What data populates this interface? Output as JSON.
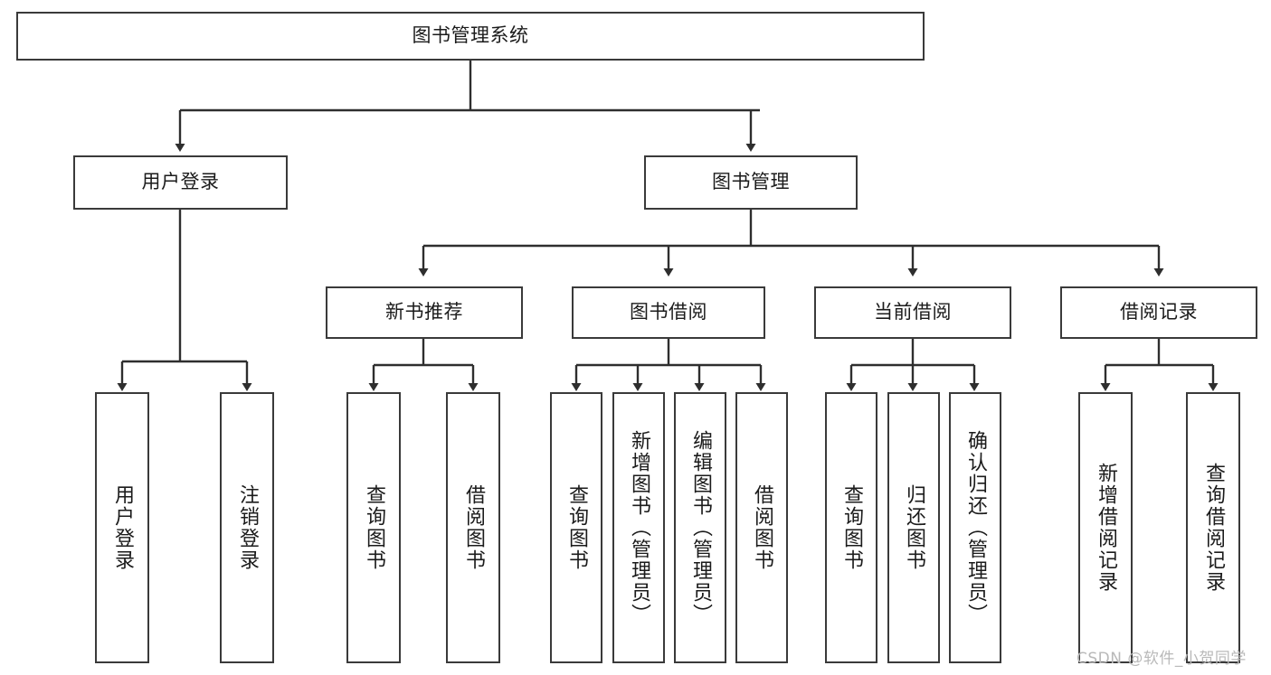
{
  "diagram": {
    "type": "hierarchy-tree",
    "root": {
      "id": "root",
      "label": "图书管理系统"
    },
    "level1": [
      {
        "id": "login",
        "label": "用户登录"
      },
      {
        "id": "bookmgmt",
        "label": "图书管理"
      }
    ],
    "level2": [
      {
        "id": "newbook",
        "label": "新书推荐",
        "parent": "bookmgmt"
      },
      {
        "id": "borrow",
        "label": "图书借阅",
        "parent": "bookmgmt"
      },
      {
        "id": "current",
        "label": "当前借阅",
        "parent": "bookmgmt"
      },
      {
        "id": "records",
        "label": "借阅记录",
        "parent": "bookmgmt"
      }
    ],
    "leaves": [
      {
        "id": "leaf-1",
        "label": "用户登录",
        "parent": "login"
      },
      {
        "id": "leaf-2",
        "label": "注销登录",
        "parent": "login"
      },
      {
        "id": "leaf-3",
        "label": "查询图书",
        "parent": "newbook"
      },
      {
        "id": "leaf-4",
        "label": "借阅图书",
        "parent": "newbook"
      },
      {
        "id": "leaf-5",
        "label": "查询图书",
        "parent": "borrow"
      },
      {
        "id": "leaf-6",
        "label": "新增图书（管理员）",
        "parent": "borrow"
      },
      {
        "id": "leaf-7",
        "label": "编辑图书（管理员）",
        "parent": "borrow"
      },
      {
        "id": "leaf-8",
        "label": "借阅图书",
        "parent": "borrow"
      },
      {
        "id": "leaf-9",
        "label": "查询图书",
        "parent": "current"
      },
      {
        "id": "leaf-10",
        "label": "归还图书",
        "parent": "current"
      },
      {
        "id": "leaf-11",
        "label": "确认归还（管理员）",
        "parent": "current"
      },
      {
        "id": "leaf-12",
        "label": "新增借阅记录",
        "parent": "records"
      },
      {
        "id": "leaf-13",
        "label": "查询借阅记录",
        "parent": "records"
      }
    ]
  },
  "watermark": {
    "text": "CSDN @软件_小贺同学"
  },
  "colors": {
    "box_border": "#3a3a3a",
    "box_fill": "#ffffff",
    "connector": "#2e2e2e",
    "text": "#1b1b1b",
    "watermark": "#b9b9b9",
    "background": "#ffffff"
  }
}
